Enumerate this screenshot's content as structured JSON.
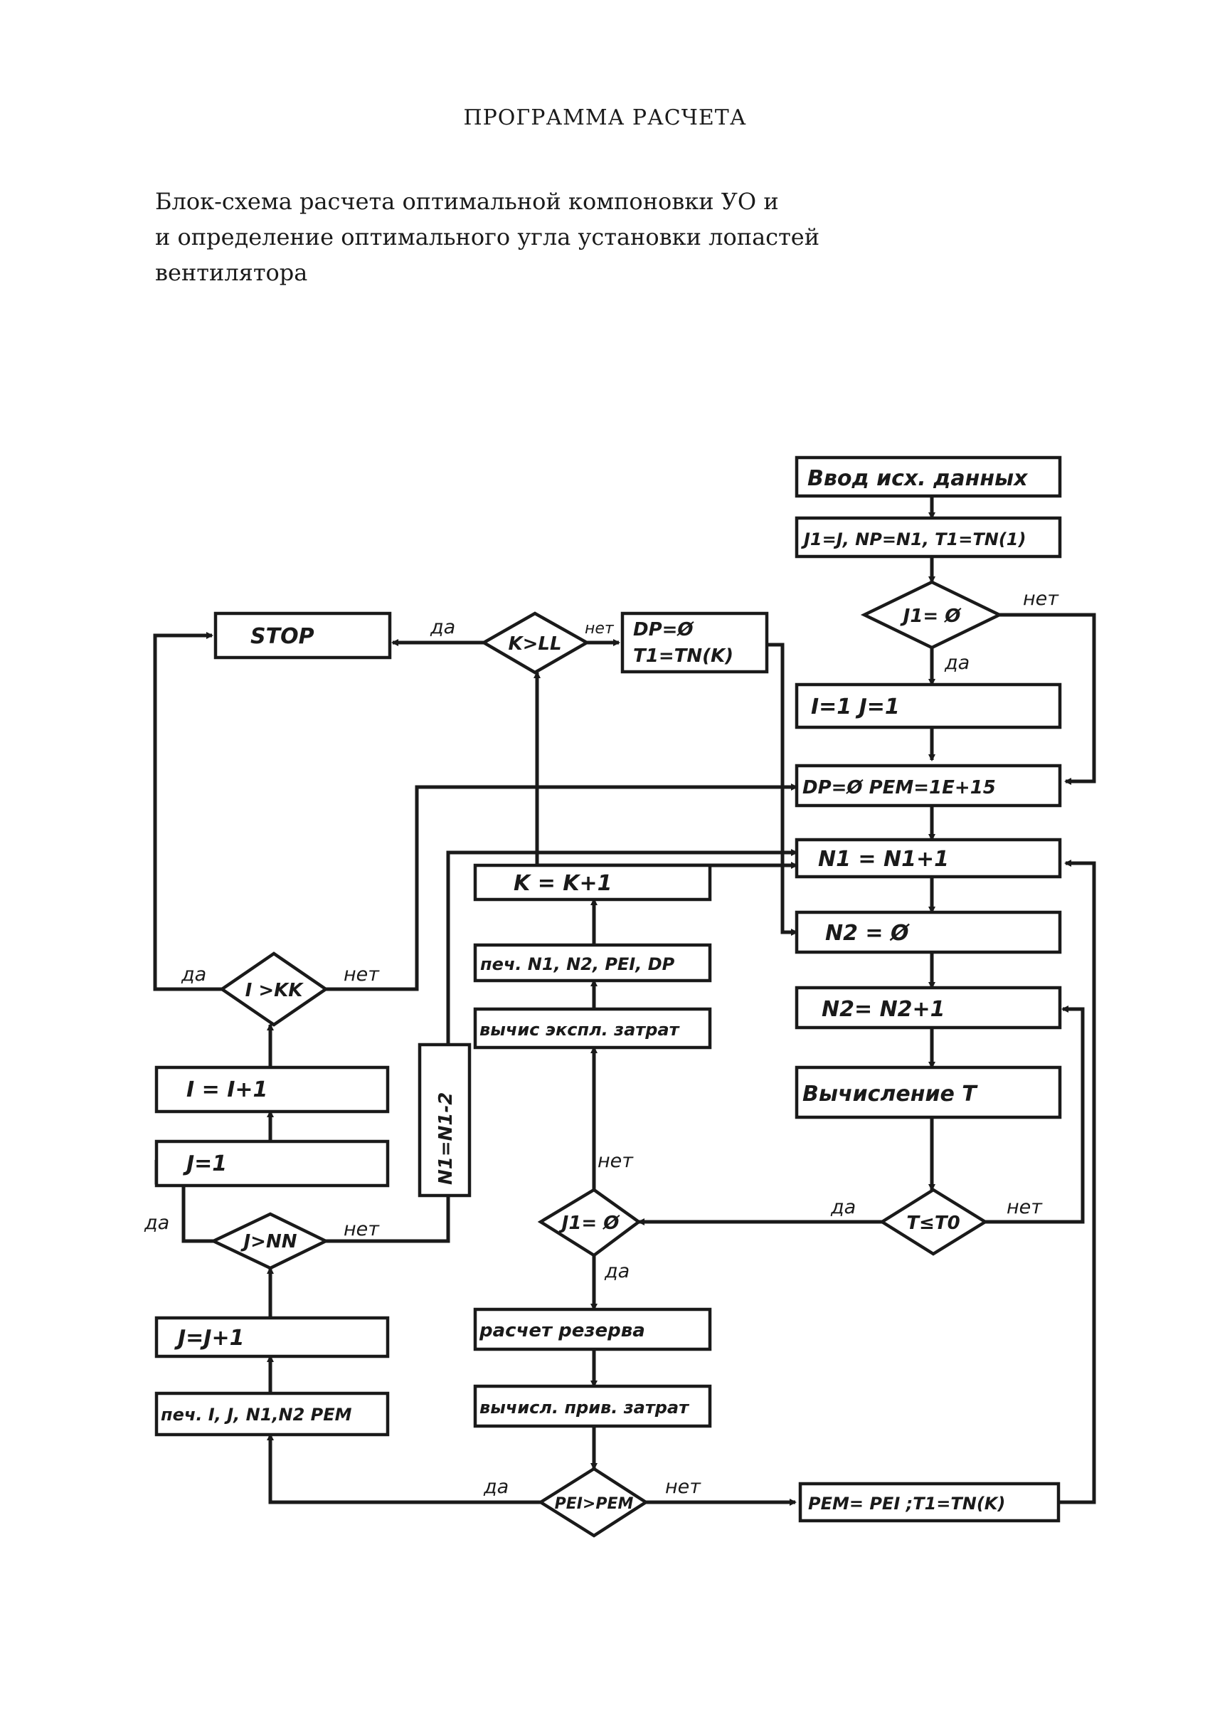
{
  "header": {
    "title": "ПРОГРАММА РАСЧЕТА",
    "subtitle_lines": [
      "Блок-схема расчета оптимальной компоновки УО и",
      "и определение оптимального угла установки лопастей",
      "вентилятора"
    ]
  },
  "flowchart": {
    "blocks": {
      "input": "Ввод исх. данных",
      "init": "J1=J, NP=N1, T1=TN(1)",
      "i_j_one": "I=1  J=1",
      "dp_pem_init": "DP=Ø  PEM=1E+15",
      "n1_inc": "N1 = N1+1",
      "n2_zero": "N2 = Ø",
      "n2_inc": "N2= N2+1",
      "calc_t": "Вычисление T",
      "stop": "STOP",
      "dp_t1": [
        "DP=Ø",
        "T1=TN(K)"
      ],
      "k_inc": "K = K+1",
      "print_n1n2": "печ. N1, N2, PEI, DP",
      "calc_exploit": "вычис экспл. затрат",
      "reserve": "расчет резерва",
      "reduced_costs": "вычисл. прив. затрат",
      "pem_update": "PEM= PEI ;T1=TN(K)",
      "i_inc": "I = I+1",
      "j_one": "J=1",
      "n1_dec": "N1=N1-2",
      "j_inc": "J=J+1",
      "print_ij": "печ. I, J, N1,N2 PEM"
    },
    "decisions": {
      "j1_zero": "J1= Ø",
      "k_gt_ll": "K>LL",
      "i_gt_kk": "I >KK",
      "j1_zero_2": "J1= Ø",
      "t_le_t0": "T≤T0",
      "j_gt_nn": "J>NN",
      "pei_gt_pem": "PEI>PEM"
    },
    "labels": {
      "yes": "да",
      "no": "нет"
    }
  }
}
